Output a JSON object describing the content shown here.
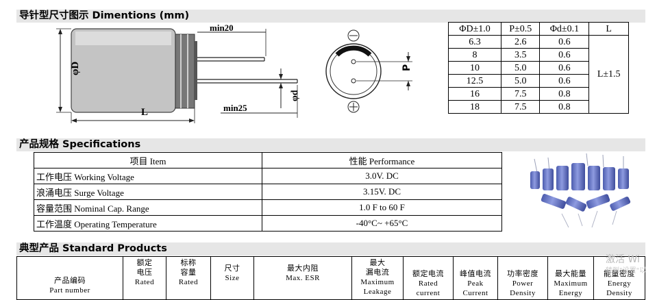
{
  "dimensions_section": {
    "title": "导针型尺寸图示 Dimentions (mm)"
  },
  "diagram": {
    "label_min20": "min20",
    "label_min25": "min25",
    "label_D": "φD",
    "label_L": "L",
    "label_d": "φd",
    "label_P": "P",
    "minus_symbol": "⊖",
    "plus_symbol": "⊕"
  },
  "dimension_table": {
    "headers": [
      "ΦD±1.0",
      "P±0.5",
      "Φd±0.1",
      "L"
    ],
    "rows": [
      [
        "6.3",
        "2.6",
        "0.6"
      ],
      [
        "8",
        "3.5",
        "0.6"
      ],
      [
        "10",
        "5.0",
        "0.6"
      ],
      [
        "12.5",
        "5.0",
        "0.6"
      ],
      [
        "16",
        "7.5",
        "0.8"
      ],
      [
        "18",
        "7.5",
        "0.8"
      ]
    ],
    "l_value": "L±1.5"
  },
  "spec_section": {
    "title": "产品规格 Specifications"
  },
  "spec_table": {
    "headers": [
      "项目  Item",
      "性能  Performance"
    ],
    "rows": [
      [
        "工作电压  Working Voltage",
        "3.0V. DC"
      ],
      [
        "浪涌电压  Surge Voltage",
        "3.15V. DC"
      ],
      [
        "容量范围  Nominal Cap. Range",
        "1.0 F to 60 F"
      ],
      [
        "工作温度  Operating Temperature",
        "-40°C~ +65°C"
      ]
    ]
  },
  "products_section": {
    "title": "典型产品 Standard Products"
  },
  "products_table": {
    "headers": [
      "产品编码\nPart number",
      "额定\n电压\nRated",
      "标称\n容量\nRated",
      "尺寸\nSize",
      "最大内阻\nMax. ESR",
      "最大\n漏电流\nMaximum\nLeakage",
      "额定电流\nRated\ncurrent",
      "峰值电流\nPeak\nCurrent",
      "功率密度\nPower\nDensity",
      "最大能量\nMaximum\nEnergy",
      "能量密度\nEnergy\nDensity"
    ]
  },
  "watermark": {
    "line1": "激活 Wi",
    "line2": "转到\"设置\"以"
  },
  "colors": {
    "section_bar": "#e6e6e6",
    "capacitor_blue": "#6f7fc8",
    "sleeve_gray": "#b8b8b8"
  }
}
